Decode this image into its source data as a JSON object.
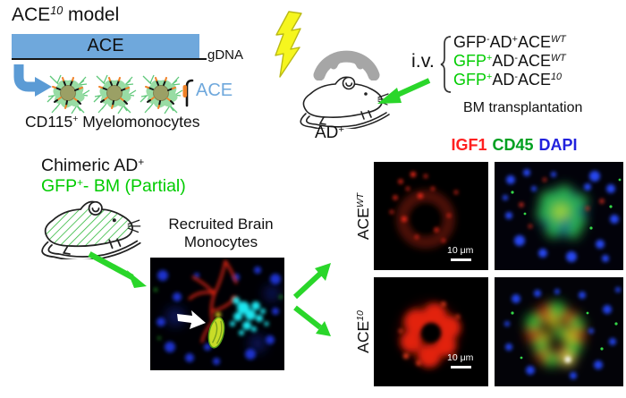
{
  "colors": {
    "gene_bar_blue": "#6fa8dc",
    "ace_label_blue": "#6fa8dc",
    "gfp_green": "#00cc00",
    "arrow_green": "#2ad62a",
    "igf1_red": "#ff2020",
    "cd45_green": "#00a020",
    "dapi_blue": "#2222dd"
  },
  "top_left": {
    "title": {
      "base": "ACE",
      "sup": "10",
      "rest": " model"
    },
    "gene_bar_label": "ACE",
    "gdna_label": "gDNA",
    "cells_label": {
      "base": "CD115",
      "sup": "+",
      "rest": " Myelomonocytes"
    },
    "receptor_label": "ACE"
  },
  "top_middle": {
    "mouse_label": {
      "base": "AD",
      "sup": "+"
    }
  },
  "top_right": {
    "iv_label": "i.v.",
    "groups": [
      {
        "gfp": "GFP",
        "gfp_sup": "-",
        "ad": "AD",
        "ad_sup": "+",
        "ace": "ACE",
        "ace_sup": "WT"
      },
      {
        "gfp": "GFP",
        "gfp_sup": "+",
        "ad": "AD",
        "ad_sup": "-",
        "ace": "ACE",
        "ace_sup": "WT"
      },
      {
        "gfp": "GFP",
        "gfp_sup": "+",
        "ad": "AD",
        "ad_sup": "-",
        "ace": "ACE",
        "ace_sup": "10"
      }
    ],
    "caption": "BM transplantation"
  },
  "middle_left": {
    "line1": {
      "base": "Chimeric AD",
      "sup": "+"
    },
    "line2": {
      "base": "GFP",
      "sup": "+",
      "rest": "- BM (Partial)"
    }
  },
  "center": {
    "caption_line1": "Recruited Brain",
    "caption_line2": "Monocytes"
  },
  "right_panel": {
    "stains": [
      {
        "label": "IGF1",
        "color": "#ff2020"
      },
      {
        "label": "CD45",
        "color": "#00a020"
      },
      {
        "label": "DAPI",
        "color": "#2222dd"
      }
    ],
    "rows": [
      {
        "base": "ACE",
        "sup": "WT"
      },
      {
        "base": "ACE",
        "sup": "10"
      }
    ],
    "scale_bar": "10 μm"
  }
}
